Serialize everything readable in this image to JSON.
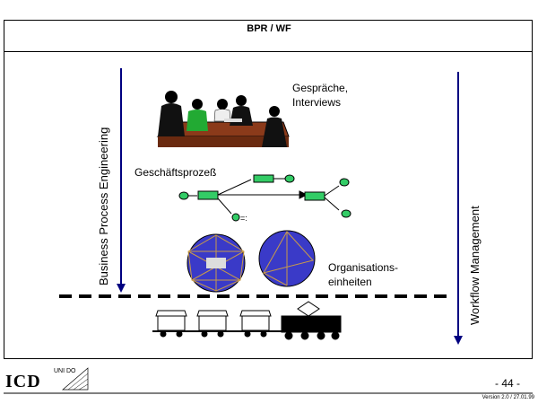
{
  "slide": {
    "title": "BPR / WF",
    "left_axis_label": "Business Process Engineering",
    "right_axis_label": "Workflow Management",
    "interviews_label_line1": "Gespräche,",
    "interviews_label_line2": "Interviews",
    "process_label": "Geschäftsprozeß",
    "org_label_line1": "Organisations-",
    "org_label_line2": "einheiten",
    "page_number": "- 44 -",
    "version": "Version 2.0 / 27.01.99"
  },
  "logos": {
    "icd": "ICD",
    "unido": "UNI DO"
  },
  "colors": {
    "arrow": "#000080",
    "ball": "#3a3ac8",
    "node": "#33cc66",
    "table": "#8b3a1a",
    "line": "#c89a4a"
  }
}
